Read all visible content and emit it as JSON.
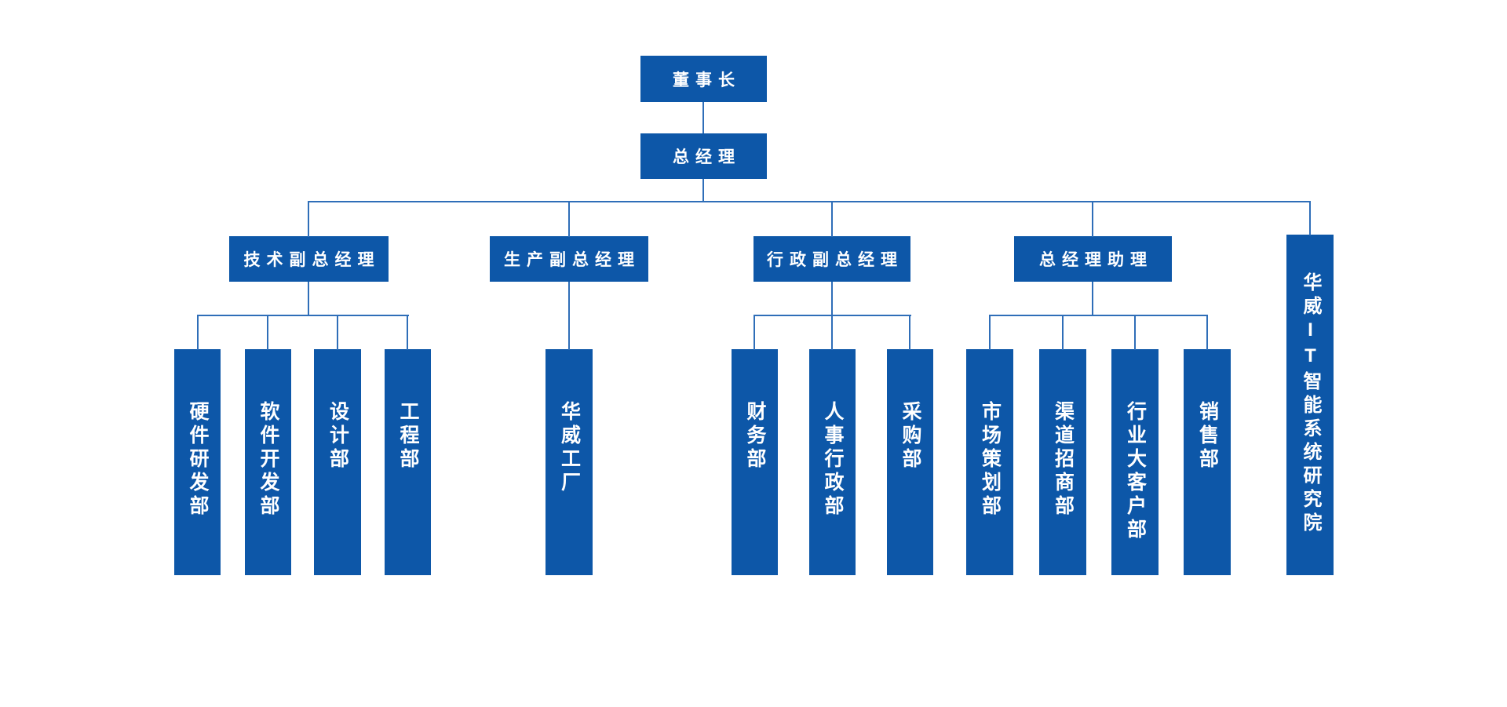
{
  "colors": {
    "box_fill": "#0D57A8",
    "connector": "#2F6EB8",
    "text": "#FFFFFF",
    "background": "#FFFFFF"
  },
  "org_chart": {
    "chairman": {
      "label": "董事长"
    },
    "general_manager": {
      "label": "总经理"
    },
    "branches": [
      {
        "label": "技术副总经理",
        "children": [
          {
            "label": "硬件研发部"
          },
          {
            "label": "软件开发部"
          },
          {
            "label": "设计部"
          },
          {
            "label": "工程部"
          }
        ]
      },
      {
        "label": "生产副总经理",
        "children": [
          {
            "label": "华威工厂"
          }
        ]
      },
      {
        "label": "行政副总经理",
        "children": [
          {
            "label": "财务部"
          },
          {
            "label": "人事行政部"
          },
          {
            "label": "采购部"
          }
        ]
      },
      {
        "label": "总经理助理",
        "children": [
          {
            "label": "市场策划部"
          },
          {
            "label": "渠道招商部"
          },
          {
            "label": "行业大客户部"
          },
          {
            "label": "销售部"
          }
        ]
      },
      {
        "label": "华威IT智能系统研究院",
        "children": []
      }
    ]
  }
}
